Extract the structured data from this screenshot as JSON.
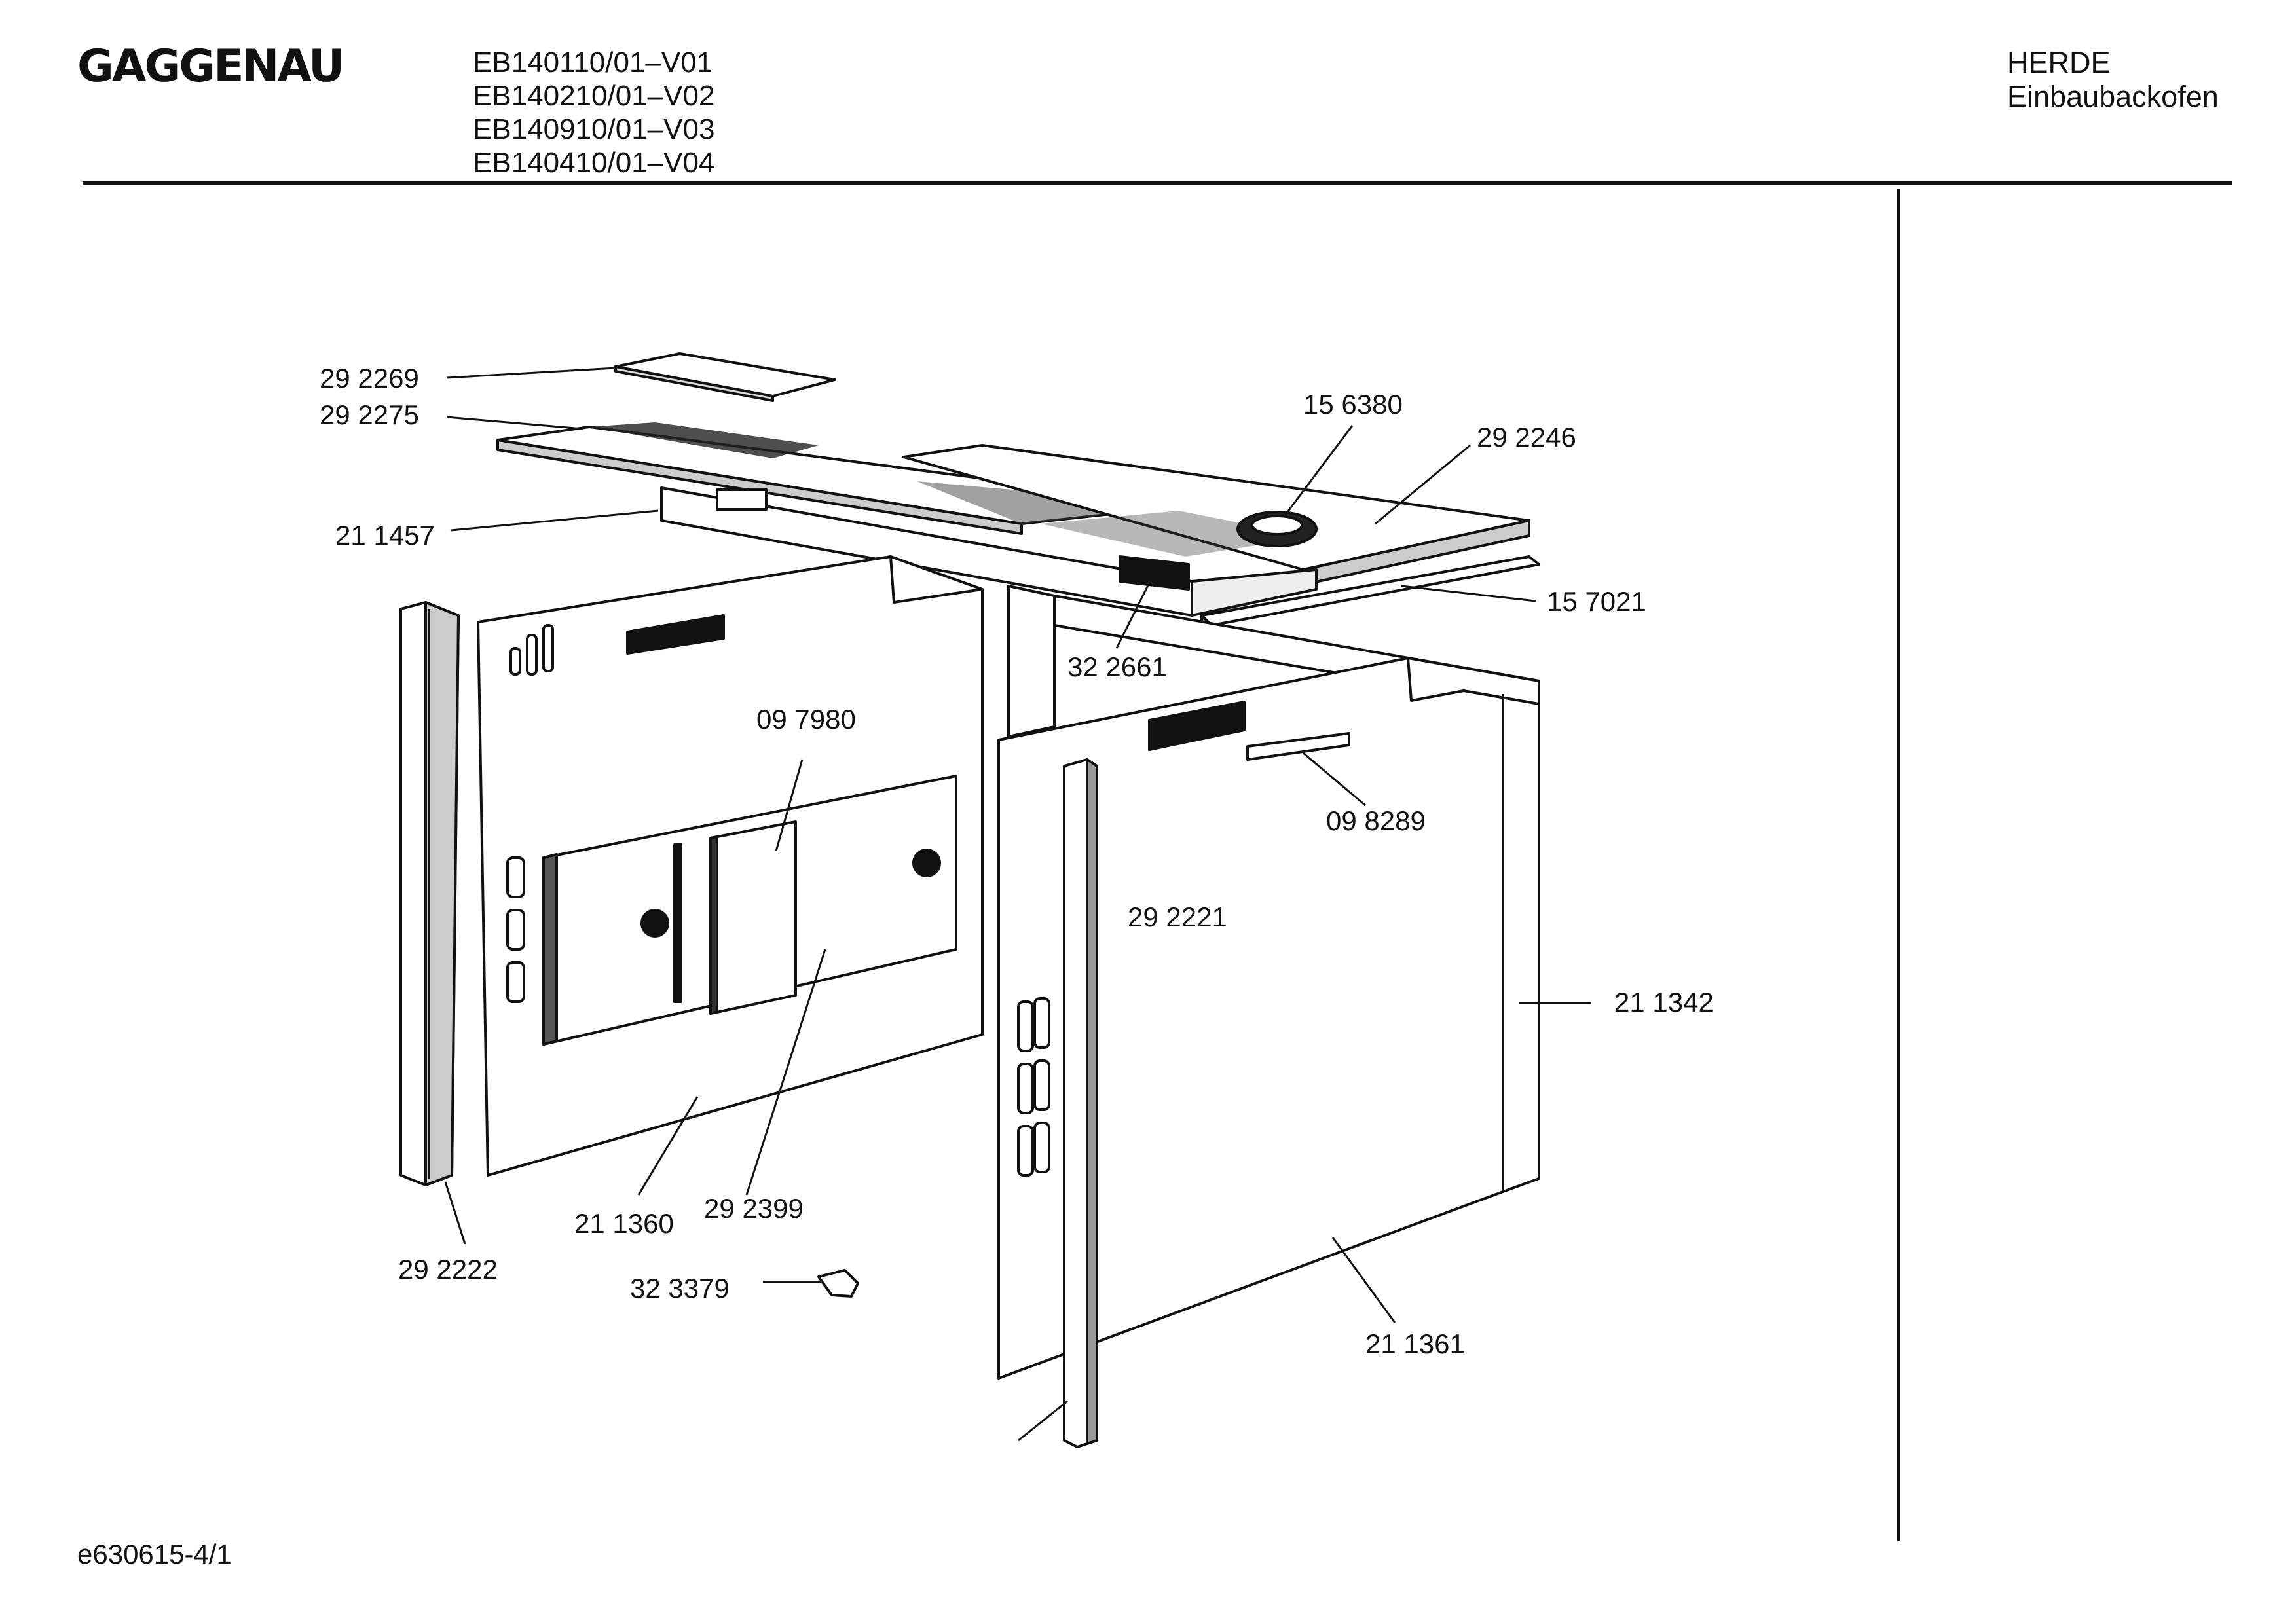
{
  "header": {
    "brand": "GAGGENAU",
    "models": [
      "EB140110/01–V01",
      "EB140210/01–V02",
      "EB140910/01–V03",
      "EB140410/01–V04"
    ],
    "category": "HERDE",
    "subcategory": "Einbaubackofen"
  },
  "footer": {
    "code": "e630615-4/1"
  },
  "parts": [
    {
      "id": "29 2269"
    },
    {
      "id": "29 2275"
    },
    {
      "id": "21 1457"
    },
    {
      "id": "15 6380"
    },
    {
      "id": "29 2246"
    },
    {
      "id": "15 7021"
    },
    {
      "id": "32 2661"
    },
    {
      "id": "09 7980"
    },
    {
      "id": "09 8289"
    },
    {
      "id": "29 2221"
    },
    {
      "id": "21 1342"
    },
    {
      "id": "21 1360"
    },
    {
      "id": "29 2399"
    },
    {
      "id": "29 2222"
    },
    {
      "id": "32 3379"
    },
    {
      "id": "21 1361"
    }
  ]
}
